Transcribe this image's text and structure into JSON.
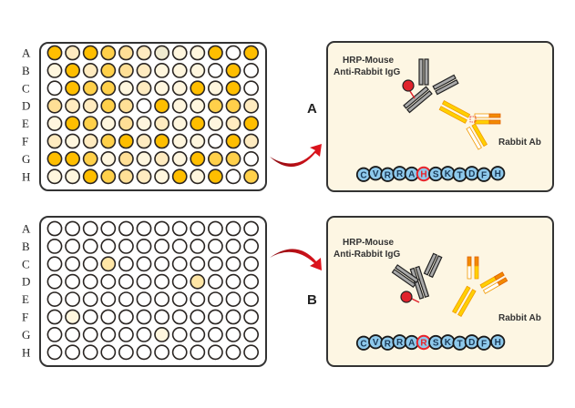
{
  "figure": {
    "row_labels": [
      "A",
      "B",
      "C",
      "D",
      "E",
      "F",
      "G",
      "H"
    ],
    "columns": 12,
    "palette": {
      "O": "#FFBE00",
      "M": "#FFD04A",
      "L": "#FFDF96",
      "P": "#FFEBC0",
      "V": "#FFF6DE",
      "G": "#F0EBD0",
      "W": "#FFFFFF",
      "c": "#FFE6A6",
      "s": "#FFF6DE"
    },
    "plate_top": {
      "wells": [
        "OPOMLPGVVOWO",
        "VOPMLPVVVWOW",
        "WOMMVPVVOVOW",
        "LPPMLWOVVMMP",
        "VOMVLVPVOVPO",
        "PVPMOPOVVWOP",
        "OOMVLVPVOMMW",
        "VVOMLPVOVOWM"
      ]
    },
    "plate_bottom": {
      "wells": [
        "WWWWWWWWWWWW",
        "WWWWWWWWWWWW",
        "WWWcWWWWWWWW",
        "WWWWWWWWcWWW",
        "WWWWWWWWWWWW",
        "WsWWWWWWWWWW",
        "WWWWWWsWWWWW",
        "WWWWWWWWWWWW"
      ]
    },
    "panel_a": {
      "label": "A",
      "secondary_line1": "HRP-Mouse",
      "secondary_line2": "Anti-Rabbit IgG",
      "primary_label": "Rabbit Ab",
      "peptide": [
        "C",
        "V",
        "R",
        "R",
        "A",
        "H",
        "S",
        "K",
        "T",
        "D",
        "F",
        "H"
      ],
      "highlight_index": 5
    },
    "panel_b": {
      "label": "B",
      "secondary_line1": "HRP-Mouse",
      "secondary_line2": "Anti-Rabbit IgG",
      "primary_label": "Rabbit Ab",
      "peptide": [
        "C",
        "V",
        "R",
        "R",
        "A",
        "R",
        "S",
        "K",
        "T",
        "D",
        "F",
        "H"
      ],
      "highlight_index": 5
    },
    "colors": {
      "panel_bg": "#FDF6E3",
      "aa_fill": "#8EC9EC",
      "highlight_ring": "#E8232A",
      "arrow": "#D7121B",
      "hrp": "#E0232C"
    }
  }
}
